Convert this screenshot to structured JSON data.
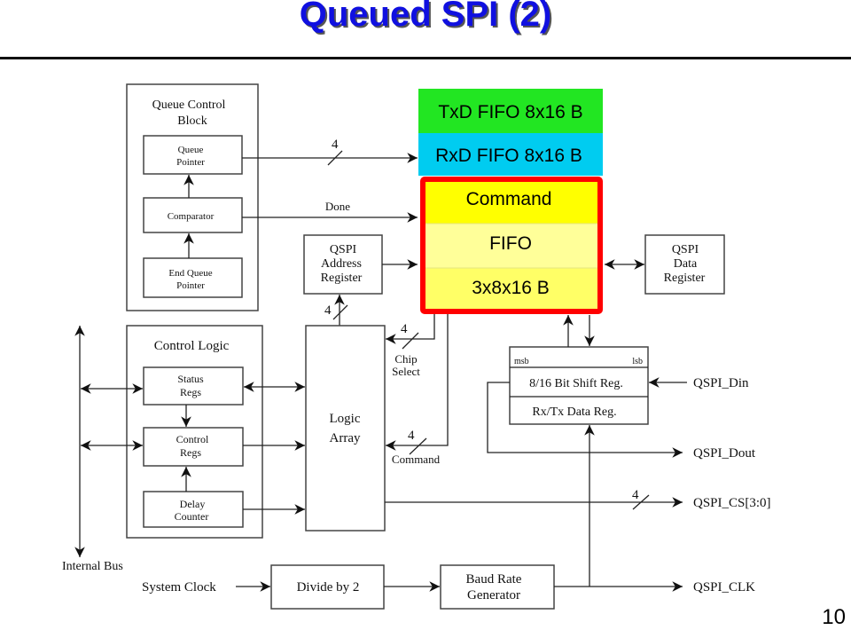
{
  "slide": {
    "title": "Queued SPI (2)",
    "page_number": "10"
  },
  "queue_control": {
    "title_line1": "Queue Control",
    "title_line2": "Block",
    "queue_pointer": [
      "Queue",
      "Pointer"
    ],
    "comparator": "Comparator",
    "end_queue_pointer": [
      "End Queue",
      "Pointer"
    ]
  },
  "signals": {
    "four": "4",
    "done": "Done",
    "chip_select": [
      "Chip",
      "Select"
    ],
    "command": "Command"
  },
  "address_register": [
    "QSPI",
    "Address",
    "Register"
  ],
  "data_register": [
    "QSPI",
    "Data",
    "Register"
  ],
  "fifos": {
    "txd": "TxD FIFO 8x16 B",
    "rxd": "RxD FIFO 8x16 B",
    "cmd_line1": "Command",
    "cmd_line2": "FIFO",
    "cmd_line3": "3x8x16 B",
    "colors": {
      "txd": "#22e622",
      "rxd": "#00ccf0",
      "cmd_border": "#ff0000",
      "cmd_top": "#ffff00",
      "cmd_mid": "#ffff99",
      "cmd_bottom": "#ffff66"
    }
  },
  "control_logic": {
    "title": "Control Logic",
    "status_regs": [
      "Status",
      "Regs"
    ],
    "control_regs": [
      "Control",
      "Regs"
    ],
    "delay_counter": [
      "Delay",
      "Counter"
    ]
  },
  "logic_array": [
    "Logic",
    "Array"
  ],
  "internal_bus": "Internal Bus",
  "shift_block": {
    "msb": "msb",
    "lsb": "lsb",
    "shift_reg": "8/16 Bit Shift Reg.",
    "data_reg": "Rx/Tx Data Reg."
  },
  "pins": {
    "din": "QSPI_Din",
    "dout": "QSPI_Dout",
    "cs": "QSPI_CS[3:0]",
    "clk": "QSPI_CLK"
  },
  "clock": {
    "system_clock": "System Clock",
    "divide": "Divide by 2",
    "baud": [
      "Baud Rate",
      "Generator"
    ]
  }
}
